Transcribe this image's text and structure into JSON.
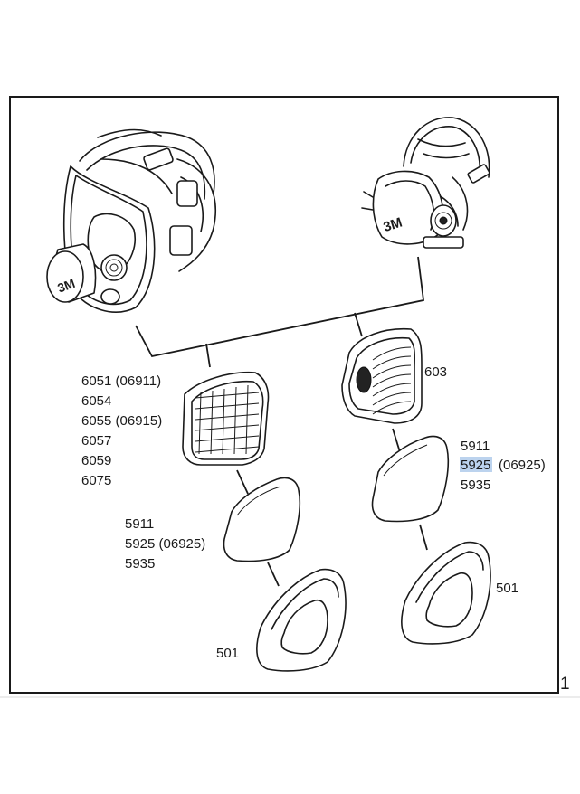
{
  "brand": {
    "logo_text": "3M"
  },
  "labels": {
    "full_face_cartridges": [
      "6051 (06911)",
      "6054",
      "6055 (06915)",
      "6057",
      "6059",
      "6075"
    ],
    "half_mask_cartridge": "603",
    "filters_right": [
      "5911",
      "5925",
      "(06925)",
      "5935"
    ],
    "filters_left": [
      "5911",
      "5925 (06925)",
      "5935"
    ],
    "retainer_left": "501",
    "retainer_right": "501"
  },
  "highlight": {
    "text": "5925",
    "color": "#bcd3ee"
  },
  "page_number": "1"
}
